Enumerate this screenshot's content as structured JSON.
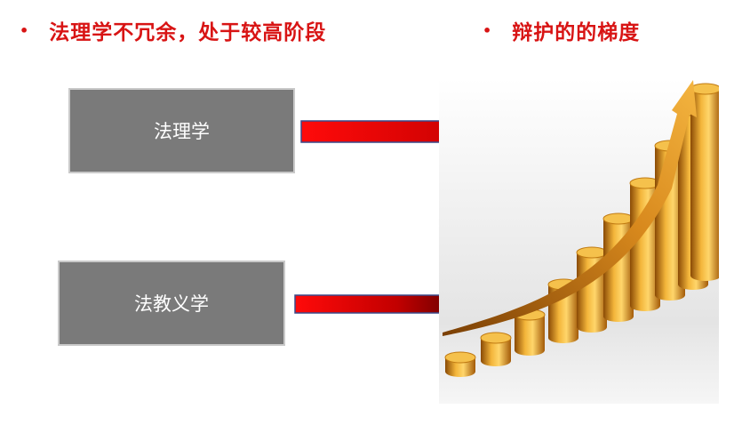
{
  "headings": {
    "left": {
      "bullet": "•",
      "text": "法理学不冗余，处于较高阶段"
    },
    "right": {
      "bullet": "•",
      "text": "辩护的的梯度"
    }
  },
  "boxes": [
    {
      "label": "法理学"
    },
    {
      "label": "法教义学"
    }
  ],
  "colors": {
    "heading": "#d81414",
    "box_fill": "#7a7a7a",
    "arrow_start": "#e30000",
    "arrow_end": "#6a0000",
    "bars": "#e09a1c"
  }
}
